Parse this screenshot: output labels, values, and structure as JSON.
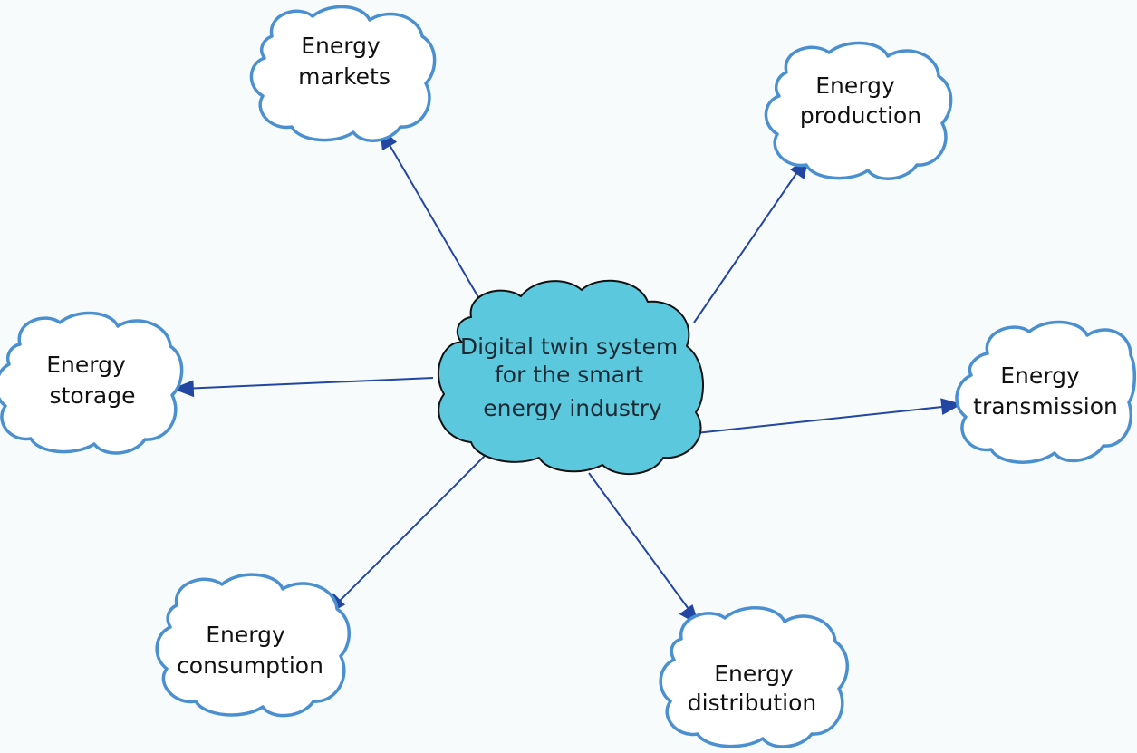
{
  "diagram": {
    "center": {
      "lines": [
        "Digital twin system",
        "for the smart",
        "energy industry"
      ]
    },
    "nodes": [
      {
        "id": "markets",
        "lines": [
          "Energy",
          "markets"
        ]
      },
      {
        "id": "production",
        "lines": [
          "Energy",
          "production"
        ]
      },
      {
        "id": "storage",
        "lines": [
          "Energy",
          "storage"
        ]
      },
      {
        "id": "transmission",
        "lines": [
          "Energy",
          "transmission"
        ]
      },
      {
        "id": "consumption",
        "lines": [
          "Energy",
          "consumption"
        ]
      },
      {
        "id": "distribution",
        "lines": [
          "Energy",
          "distribution"
        ]
      }
    ],
    "edges": [
      {
        "from": "center",
        "to": "markets"
      },
      {
        "from": "center",
        "to": "production"
      },
      {
        "from": "center",
        "to": "storage"
      },
      {
        "from": "center",
        "to": "transmission"
      },
      {
        "from": "center",
        "to": "consumption"
      },
      {
        "from": "center",
        "to": "distribution"
      }
    ],
    "colors": {
      "center_fill": "#5bc8dd",
      "center_stroke": "#111111",
      "node_fill": "#ffffff",
      "node_stroke": "#4a90d0",
      "arrow": "#2346a3",
      "background": "#f8fbfc"
    }
  }
}
